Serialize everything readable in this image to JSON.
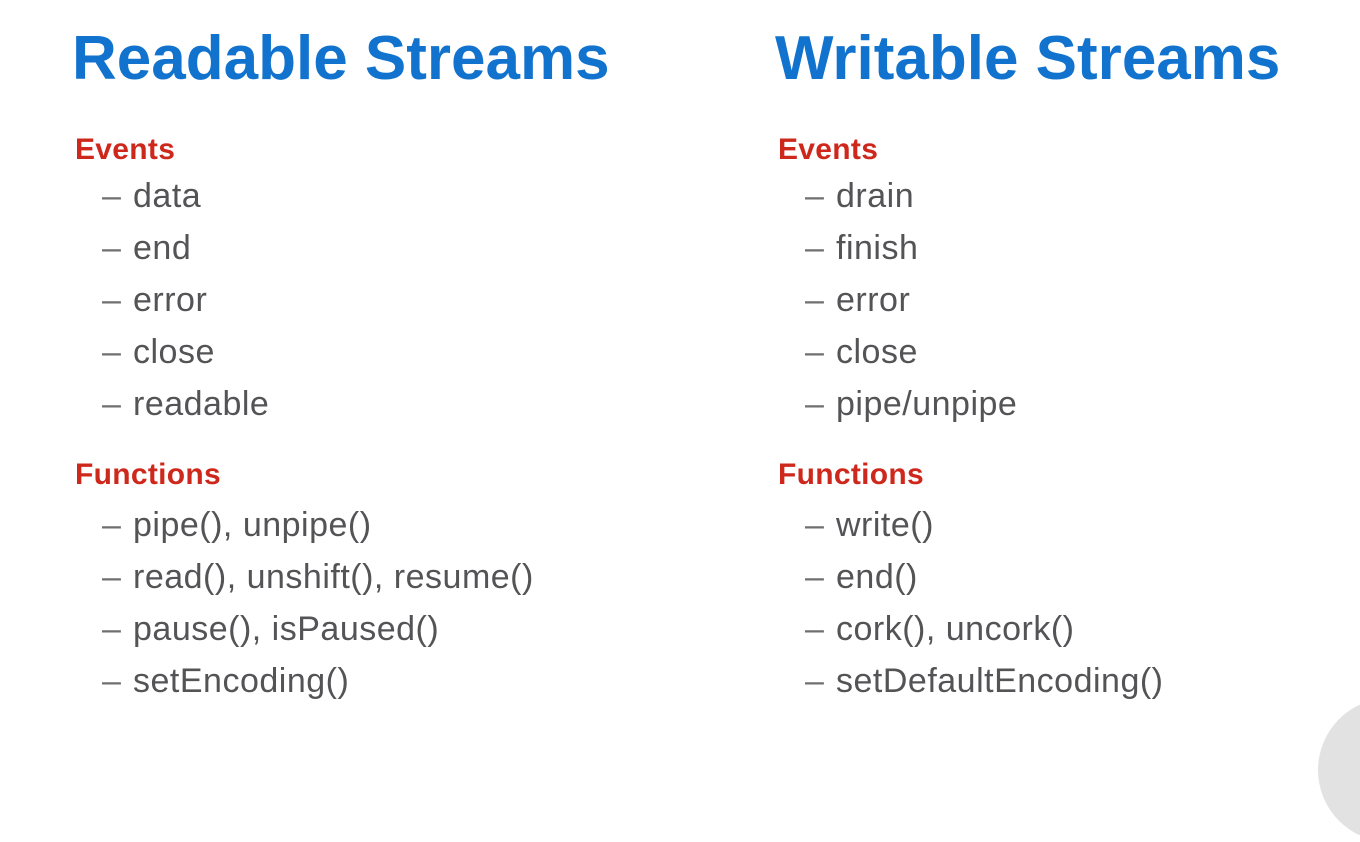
{
  "slide": {
    "background": "#FFFFFF",
    "bullet_glyph": "–",
    "colors": {
      "title": "#1173CE",
      "heading": "#CE281C",
      "item_text": "#545457",
      "bullet": "#6E6F71",
      "decor_circle": "#E2E2E3"
    },
    "columns": [
      {
        "title": "Readable Streams",
        "sections": [
          {
            "heading": "Events",
            "items": [
              "data",
              "end",
              "error",
              "close",
              "readable"
            ]
          },
          {
            "heading": "Functions",
            "items": [
              "pipe(), unpipe()",
              "read(), unshift(), resume()",
              "pause(), isPaused()",
              "setEncoding()"
            ]
          }
        ]
      },
      {
        "title": "Writable Streams",
        "sections": [
          {
            "heading": "Events",
            "items": [
              "drain",
              "finish",
              "error",
              "close",
              "pipe/unpipe"
            ]
          },
          {
            "heading": "Functions",
            "items": [
              "write()",
              "end()",
              "cork(), uncork()",
              "setDefaultEncoding()"
            ]
          }
        ]
      }
    ]
  }
}
